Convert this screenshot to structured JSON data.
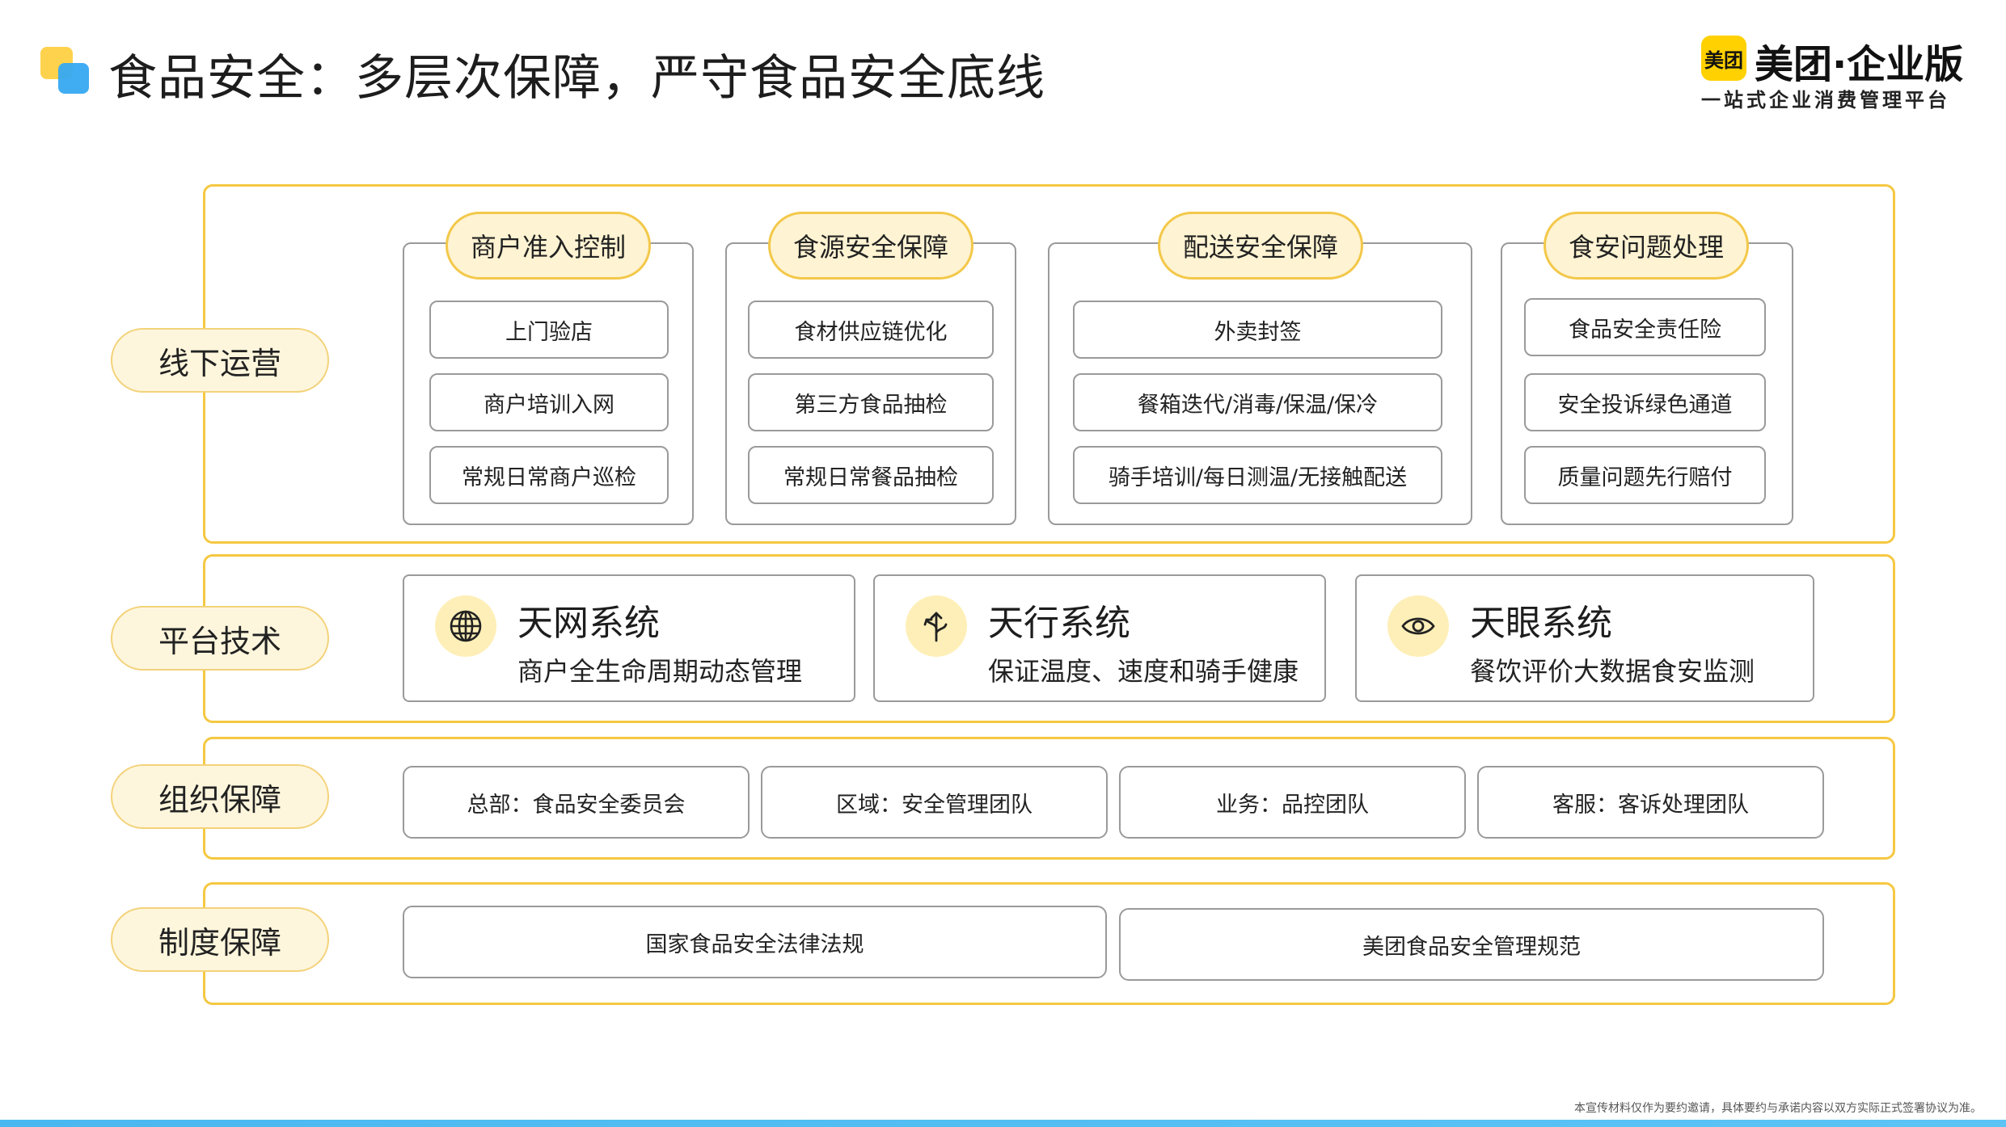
{
  "header": {
    "title": "食品安全：多层次保障，严守食品安全底线"
  },
  "logo": {
    "badge": "美团",
    "name": "美团·企业版",
    "tagline": "一站式企业消费管理平台"
  },
  "rows": {
    "offline": {
      "label": "线下运营",
      "columns": [
        {
          "title": "商户准入控制",
          "items": [
            "上门验店",
            "商户培训入网",
            "常规日常商户巡检"
          ]
        },
        {
          "title": "食源安全保障",
          "items": [
            "食材供应链优化",
            "第三方食品抽检",
            "常规日常餐品抽检"
          ]
        },
        {
          "title": "配送安全保障",
          "items": [
            "外卖封签",
            "餐箱迭代/消毒/保温/保冷",
            "骑手培训/每日测温/无接触配送"
          ]
        },
        {
          "title": "食安问题处理",
          "items": [
            "食品安全责任险",
            "安全投诉绿色通道",
            "质量问题先行赔付"
          ]
        }
      ]
    },
    "tech": {
      "label": "平台技术",
      "systems": [
        {
          "icon": "globe-icon",
          "title": "天网系统",
          "desc": "商户全生命周期动态管理"
        },
        {
          "icon": "route-arrows-icon",
          "title": "天行系统",
          "desc": "保证温度、速度和骑手健康"
        },
        {
          "icon": "eye-icon",
          "title": "天眼系统",
          "desc": "餐饮评价大数据食安监测"
        }
      ]
    },
    "org": {
      "label": "组织保障",
      "items": [
        "总部：食品安全委员会",
        "区域：安全管理团队",
        "业务：品控团队",
        "客服：客诉处理团队"
      ]
    },
    "regulation": {
      "label": "制度保障",
      "items": [
        "国家食品安全法律法规",
        "美团食品安全管理规范"
      ]
    }
  },
  "footer": {
    "disclaimer": "本宣传材料仅作为要约邀请，具体要约与承诺内容以双方实际正式签署协议为准。"
  },
  "colors": {
    "accent_yellow": "#F5C842",
    "label_fill": "#FEF6DC",
    "icon_fill": "#FEEFB8",
    "blue": "#36A9F2"
  }
}
